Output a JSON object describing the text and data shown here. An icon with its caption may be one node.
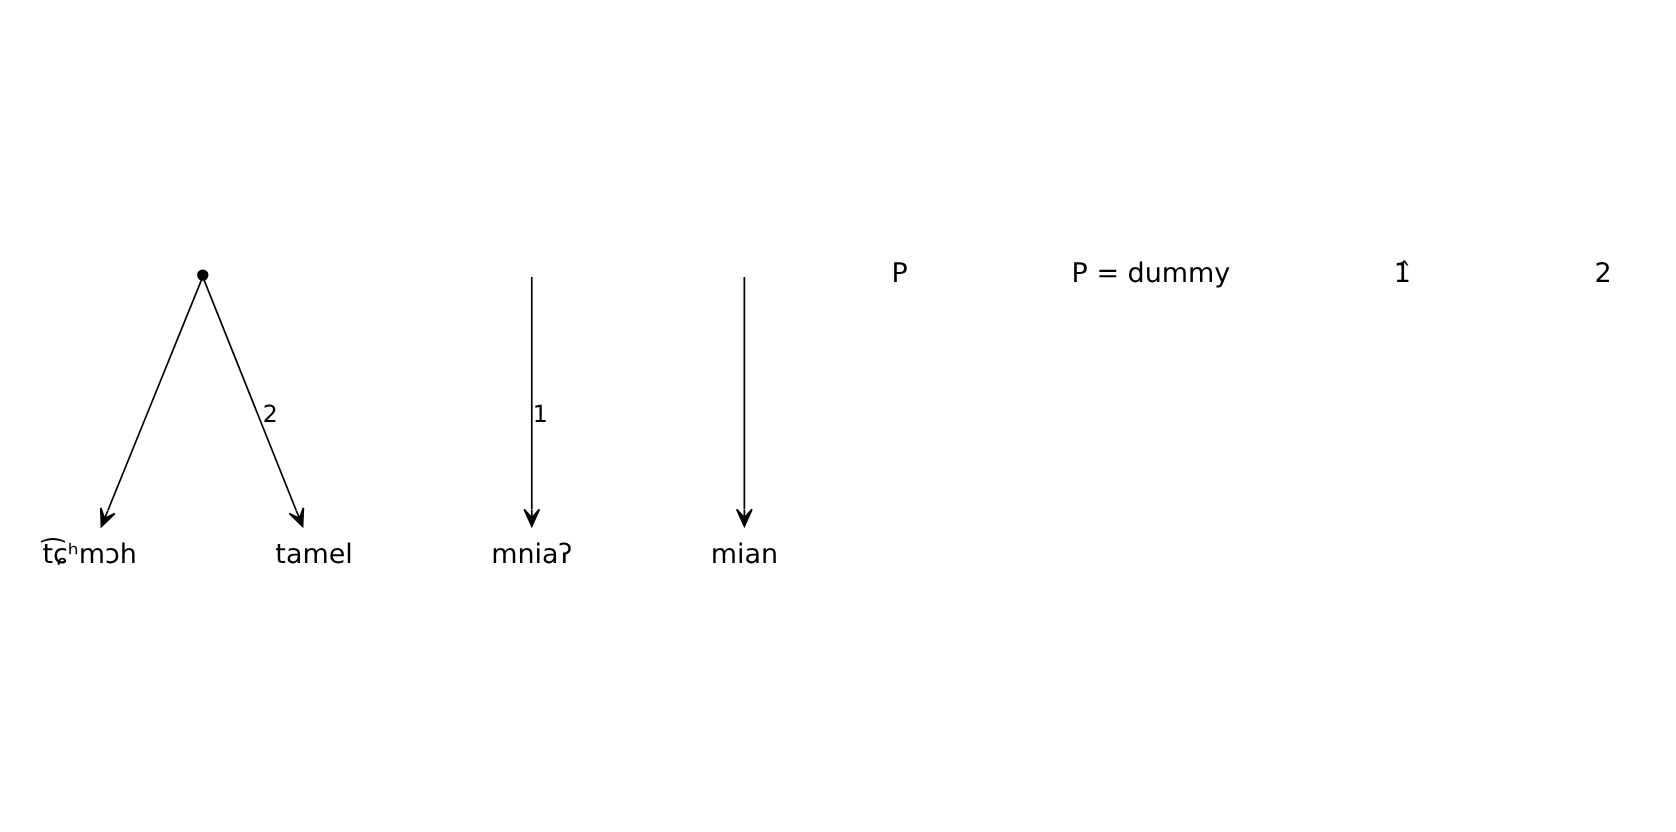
{
  "diagram": {
    "nodes": [
      {
        "text": [],
        "shape": "circle"
      },
      {
        "text": [
          "t͡ɕʰmɔh"
        ]
      },
      {
        "text": [
          "mniaʔ"
        ]
      },
      {
        "text": [
          "tamel"
        ]
      },
      {
        "text": [
          "mian"
        ]
      }
    ],
    "edges": [
      {
        "from": 0,
        "to": 1,
        "arrow": "to"
      },
      {
        "from": null,
        "to": 2,
        "arrow": "to",
        "label": "1"
      },
      {
        "from": 0,
        "to": 3,
        "arrow": "to",
        "label": "2"
      },
      {
        "from": null,
        "to": 4,
        "arrow": "to"
      }
    ],
    "labels": [
      "P",
      "P = dummy",
      "1̂",
      "2"
    ]
  }
}
